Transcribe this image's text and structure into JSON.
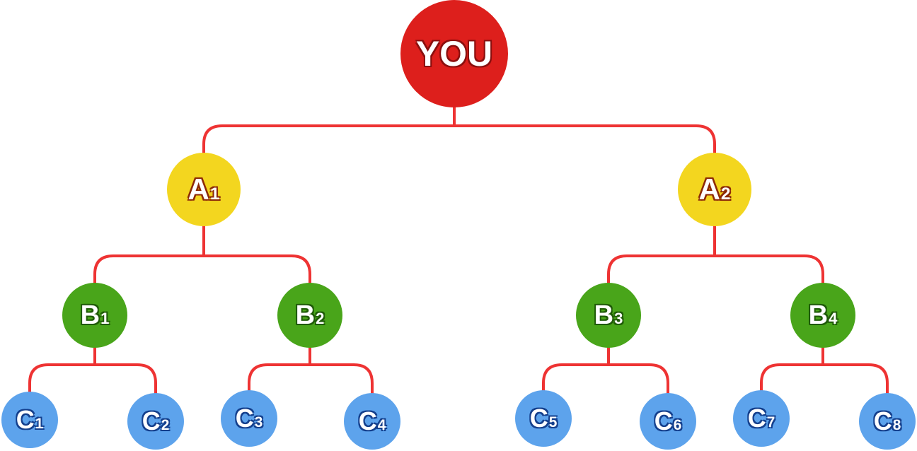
{
  "colors": {
    "connector": "#ee3333",
    "root": "#dd1f1c",
    "level_a": "#f3d61f",
    "level_b": "#49a51a",
    "level_c": "#5da3ec"
  },
  "tree": {
    "label": "YOU",
    "children": [
      {
        "label": "A",
        "sub": "1",
        "children": [
          {
            "label": "B",
            "sub": "1",
            "children": [
              {
                "label": "C",
                "sub": "1"
              },
              {
                "label": "C",
                "sub": "2"
              }
            ]
          },
          {
            "label": "B",
            "sub": "2",
            "children": [
              {
                "label": "C",
                "sub": "3"
              },
              {
                "label": "C",
                "sub": "4"
              }
            ]
          }
        ]
      },
      {
        "label": "A",
        "sub": "2",
        "children": [
          {
            "label": "B",
            "sub": "3",
            "children": [
              {
                "label": "C",
                "sub": "5"
              },
              {
                "label": "C",
                "sub": "6"
              }
            ]
          },
          {
            "label": "B",
            "sub": "4",
            "children": [
              {
                "label": "C",
                "sub": "7"
              },
              {
                "label": "C",
                "sub": "8"
              }
            ]
          }
        ]
      }
    ]
  }
}
